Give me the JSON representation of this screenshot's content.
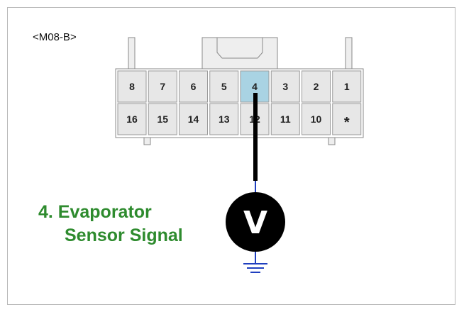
{
  "connector": {
    "id_label": "<M08-B>",
    "top_row": [
      "8",
      "7",
      "6",
      "5",
      "4",
      "3",
      "2",
      "1"
    ],
    "bottom_row": [
      "16",
      "15",
      "14",
      "13",
      "12",
      "11",
      "10",
      "*"
    ],
    "highlighted_pin": "4"
  },
  "signal": {
    "line1": "4. Evaporator",
    "line2": "Sensor Signal"
  },
  "meter": {
    "symbol": "V",
    "icon": "voltmeter-icon"
  },
  "ground": {
    "icon": "ground-icon"
  },
  "colors": {
    "caption": "#2e8b2e",
    "highlight": "#a9d3e3",
    "cell": "#e7e7e7",
    "probe": "#000000",
    "wire": "#1f3fbf",
    "meter_bg": "#000000",
    "meter_fg": "#ffffff"
  }
}
